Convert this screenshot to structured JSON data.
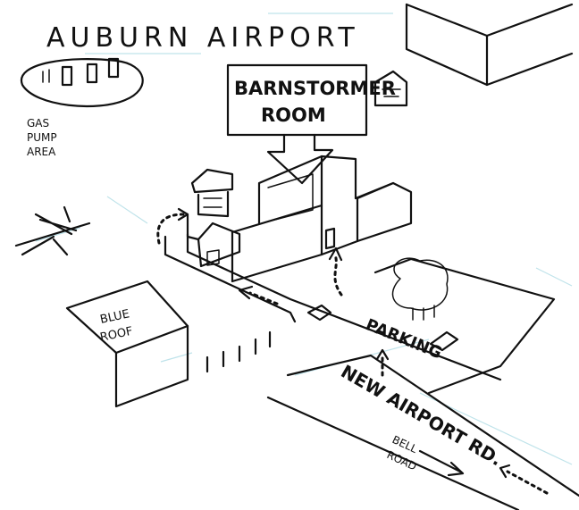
{
  "title": "AUBURN AIRPORT",
  "callout": {
    "line1": "BARNSTORMER",
    "line2": "ROOM"
  },
  "gas_pump": {
    "line1": "GAS",
    "line2": "PUMP",
    "line3": "AREA"
  },
  "blue_roof": {
    "line1": "BLUE",
    "line2": "ROOF"
  },
  "parking": "PARKING",
  "road_main": "NEW AIRPORT RD.",
  "road_side": {
    "line1": "BELL",
    "line2": "ROAD"
  },
  "colors": {
    "ink": "#111111",
    "guide": "#bfe3ea",
    "paper": "#ffffff"
  }
}
